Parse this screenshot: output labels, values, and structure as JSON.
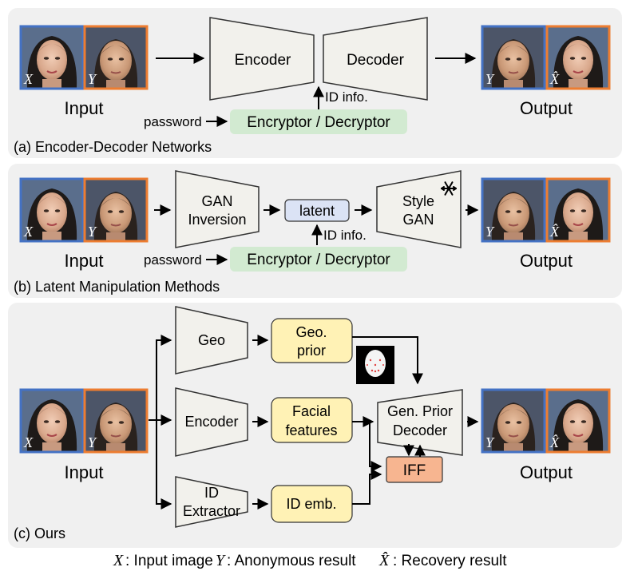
{
  "colors": {
    "panel_bg": "#f0f0f0",
    "trap_fill": "#f2f1ec",
    "green_fill": "#d2ead1",
    "blue_fill": "#dbe3f5",
    "yellow_fill": "#fff2b5",
    "orange_fill": "#f7b590",
    "frame_blue": "#4472c4",
    "frame_orange": "#ed7d31"
  },
  "panel_a": {
    "caption": "(a) Encoder-Decoder Networks",
    "input_label": "Input",
    "output_label": "Output",
    "encoder": "Encoder",
    "decoder": "Decoder",
    "id_info": "ID info.",
    "password": "password",
    "crypto": "Encryptor / Decryptor"
  },
  "panel_b": {
    "caption": "(b) Latent Manipulation Methods",
    "input_label": "Input",
    "output_label": "Output",
    "gan_line1": "GAN",
    "gan_line2": "Inversion",
    "latent": "latent",
    "style_line1": "Style",
    "style_line2": "GAN",
    "id_info": "ID info.",
    "password": "password",
    "crypto": "Encryptor / Decryptor",
    "frozen_icon": "snowflake-icon"
  },
  "panel_c": {
    "caption": "(c) Ours",
    "input_label": "Input",
    "output_label": "Output",
    "geo": "Geo",
    "geo_prior_line1": "Geo.",
    "geo_prior_line2": "prior",
    "encoder": "Encoder",
    "facial_line1": "Facial",
    "facial_line2": "features",
    "id_extractor_line1": "ID",
    "id_extractor_line2": "Extractor",
    "id_emb": "ID emb.",
    "gen_line1": "Gen. Prior",
    "gen_line2": "Decoder",
    "iff": "IFF"
  },
  "symbols": {
    "x": "X",
    "y": "Y",
    "xhat": "X̂"
  },
  "legend": {
    "x_desc": ": Input image",
    "y_desc": ": Anonymous result",
    "xhat_desc": ": Recovery result"
  }
}
